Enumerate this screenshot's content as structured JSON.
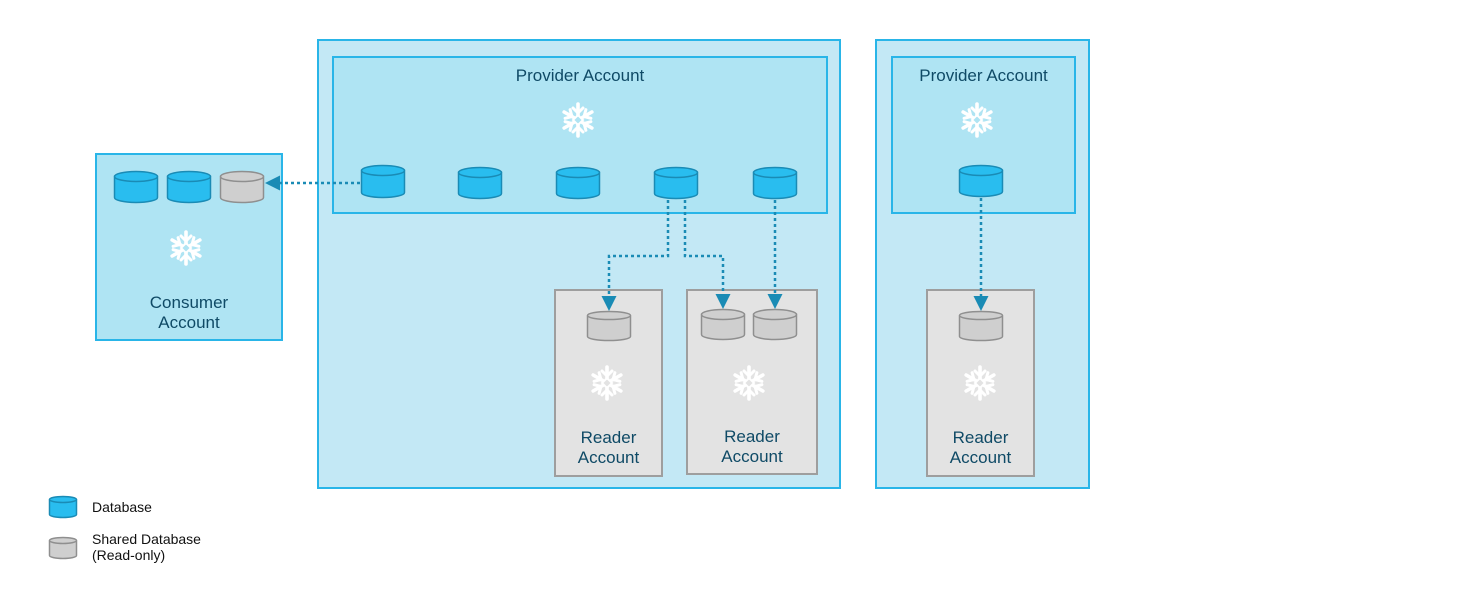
{
  "colors": {
    "database_fill": "#29bdef",
    "database_stroke": "#1a8bb5",
    "shared_fill": "#cfcfcf",
    "shared_stroke": "#8f8f8f",
    "connector": "#1a8bb5",
    "label_text": "#0f4a66"
  },
  "icons": {
    "account": "snowflake-icon",
    "database": "database-cylinder-icon"
  },
  "provider_account_1": {
    "label": "Provider Account"
  },
  "provider_account_2": {
    "label": "Provider Account"
  },
  "consumer_account": {
    "label_line1": "Consumer",
    "label_line2": "Account"
  },
  "reader_account_1": {
    "label_line1": "Reader",
    "label_line2": "Account"
  },
  "reader_account_2": {
    "label_line1": "Reader",
    "label_line2": "Account"
  },
  "reader_account_3": {
    "label_line1": "Reader",
    "label_line2": "Account"
  },
  "legend": {
    "database": "Database",
    "shared_line1": "Shared Database",
    "shared_line2": "(Read-only)"
  }
}
